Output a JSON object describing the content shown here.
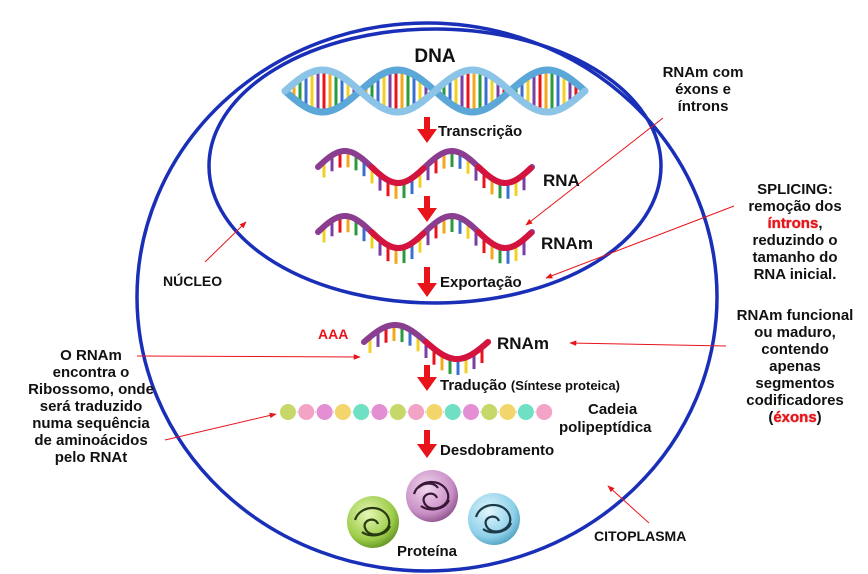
{
  "labels": {
    "dna": "DNA",
    "transcription": "Transcrição",
    "rna": "RNA",
    "rnam_1": "RNAm",
    "exportation": "Exportação",
    "rnam_2": "RNAm",
    "aaa": "AAA",
    "translation": "Tradução",
    "translation_detail": "(Síntese proteica)",
    "polypeptide_1": "Cadeia",
    "polypeptide_2": "polipeptídica",
    "unfolding": "Desdobramento",
    "protein": "Proteína",
    "nucleus": "NÚCLEO",
    "cytoplasm": "CITOPLASMA"
  },
  "notes": {
    "exons_introns": [
      "RNAm com",
      "éxons e",
      "íntrons"
    ],
    "splicing": {
      "line1": "SPLICING:",
      "line2": "remoção dos",
      "introns": "íntrons",
      "line3_suffix": ",",
      "line4": "reduzindo o",
      "line5": "tamanho do",
      "line6": "RNA inicial."
    },
    "functional": {
      "lines": [
        "RNAm funcional",
        "ou maduro,",
        "contendo",
        "apenas",
        "segmentos",
        "codificadores"
      ],
      "open": "(",
      "exons": "éxons",
      "close": ")"
    },
    "ribosome": [
      "O RNAm",
      "encontra o",
      "Ribossomo, onde",
      "será traduzido",
      "numa sequência",
      "de aminoácidos",
      "pelo RNAt"
    ]
  },
  "colors": {
    "membrane": "#1a2fb8",
    "arrow": "#e8141a",
    "rna_backbone_purple": "#8b3d8f",
    "rna_backbone_red": "#d4143c",
    "dna_strand": "#5aa7d8"
  },
  "amino_acid_colors": [
    "#c6d86a",
    "#f3a3c6",
    "#e48fd4",
    "#f2d56b",
    "#6fe0c4",
    "#e48fd4",
    "#c6d86a",
    "#f3a3c6",
    "#f2d56b",
    "#6fe0c4",
    "#e48fd4",
    "#c6d86a",
    "#f2d56b",
    "#6fe0c4",
    "#f3a3c6"
  ]
}
